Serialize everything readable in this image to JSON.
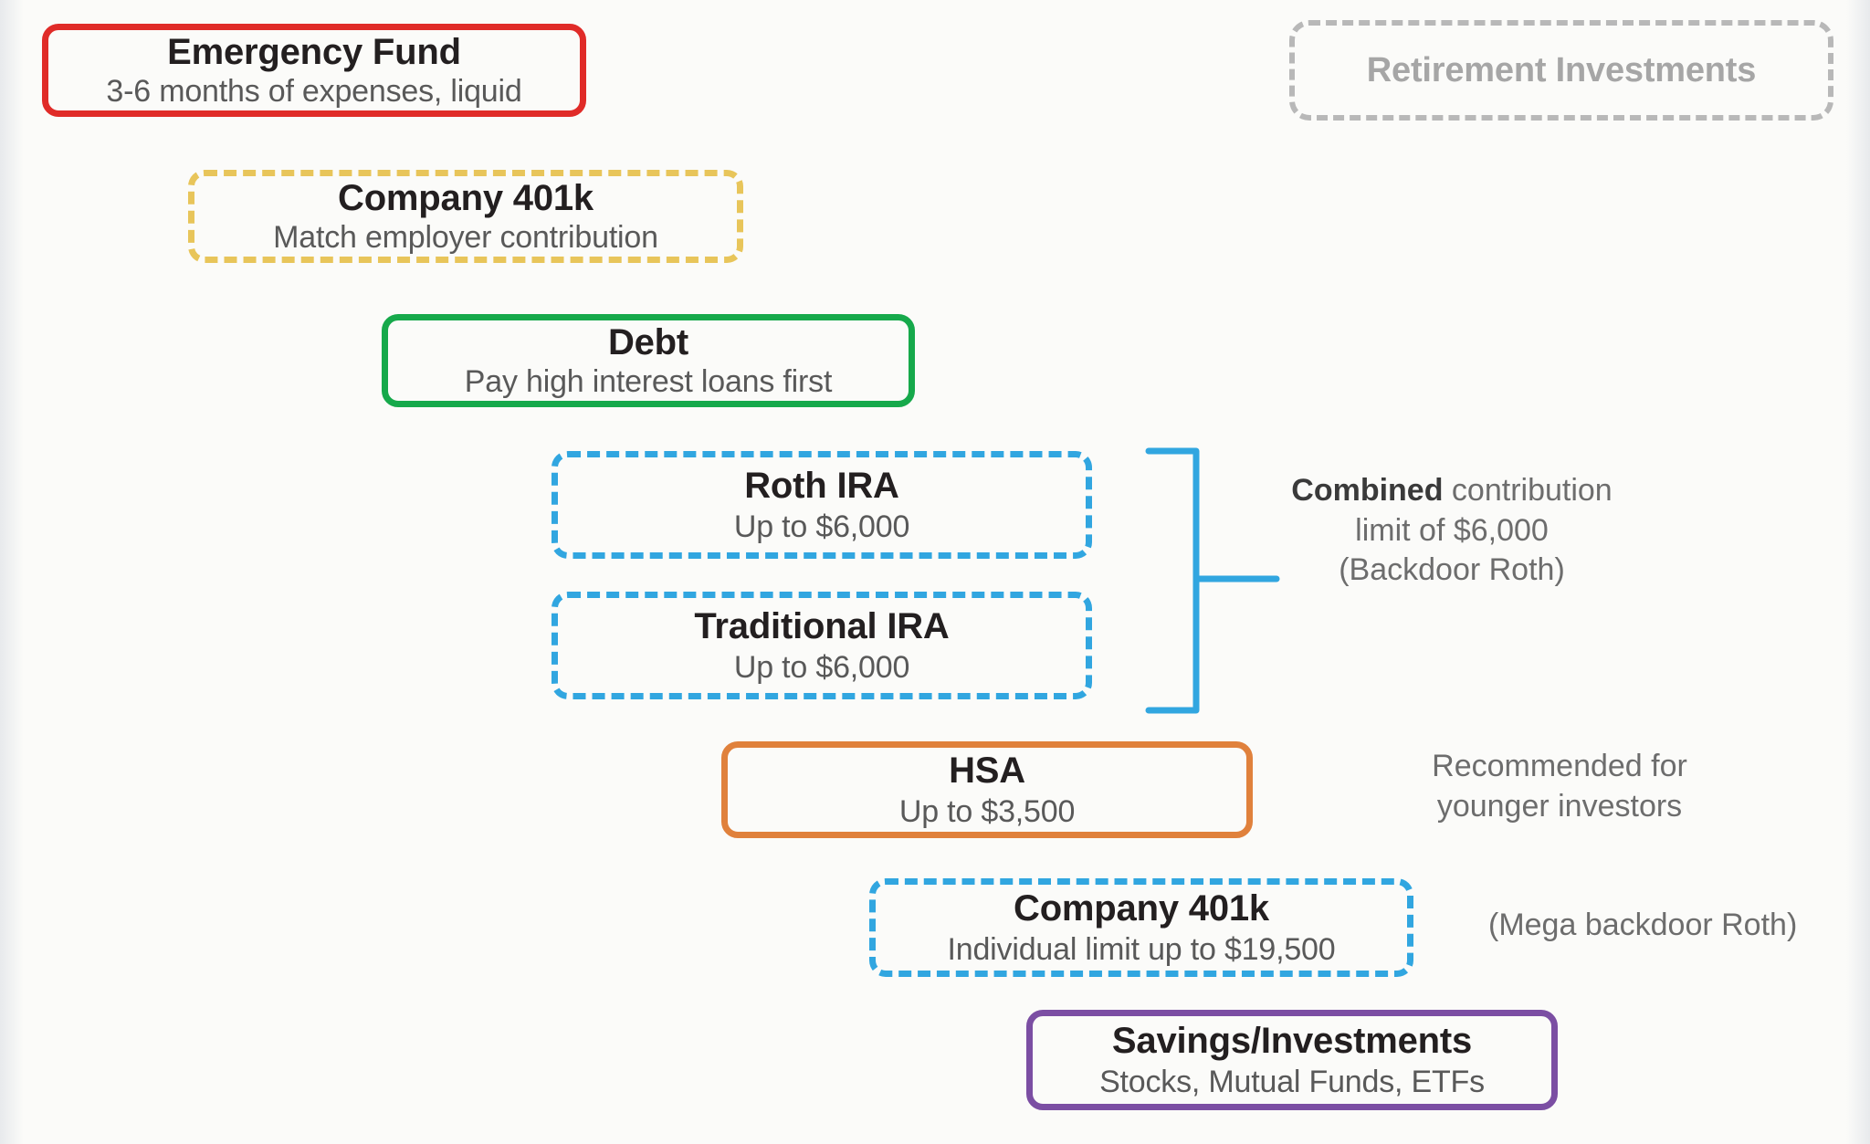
{
  "diagram": {
    "type": "priority-waterfall",
    "description": "Personal finance investment priority order diagram",
    "background_color": "#fbfbf9"
  },
  "group_label": {
    "text": "Retirement Investments",
    "border_color": "#b8b8b8",
    "text_color": "#a6a6a6",
    "border_style": "dashed"
  },
  "steps": [
    {
      "id": "emergency-fund",
      "title": "Emergency Fund",
      "subtitle": "3-6 months of expenses, liquid",
      "border_color": "#e02b28",
      "border_style": "solid"
    },
    {
      "id": "company-401k-match",
      "title": "Company 401k",
      "subtitle": "Match employer contribution",
      "border_color": "#e8c55a",
      "border_style": "dashed"
    },
    {
      "id": "debt",
      "title": "Debt",
      "subtitle": "Pay high interest loans first",
      "border_color": "#16a94b",
      "border_style": "solid"
    },
    {
      "id": "roth-ira",
      "title": "Roth IRA",
      "subtitle": "Up to $6,000",
      "border_color": "#31a6e0",
      "border_style": "dashed"
    },
    {
      "id": "traditional-ira",
      "title": "Traditional IRA",
      "subtitle": "Up to $6,000",
      "border_color": "#31a6e0",
      "border_style": "dashed"
    },
    {
      "id": "hsa",
      "title": "HSA",
      "subtitle": "Up to $3,500",
      "border_color": "#e0813c",
      "border_style": "solid"
    },
    {
      "id": "company-401k-individual",
      "title": "Company 401k",
      "subtitle": "Individual limit up to $19,500",
      "border_color": "#31a6e0",
      "border_style": "dashed"
    },
    {
      "id": "savings-investments",
      "title": "Savings/Investments",
      "subtitle": "Stocks, Mutual Funds, ETFs",
      "border_color": "#7b4ea3",
      "border_style": "solid"
    }
  ],
  "annotations": {
    "ira_bracket": {
      "line1_bold": "Combined",
      "line1_rest": " contribution",
      "line2": "limit of $6,000",
      "line3": "(Backdoor Roth)",
      "bracket_color": "#31a6e0"
    },
    "hsa_note": {
      "line1": "Recommended for",
      "line2": "younger investors"
    },
    "k401_note": {
      "line1": "(Mega backdoor Roth)"
    }
  }
}
